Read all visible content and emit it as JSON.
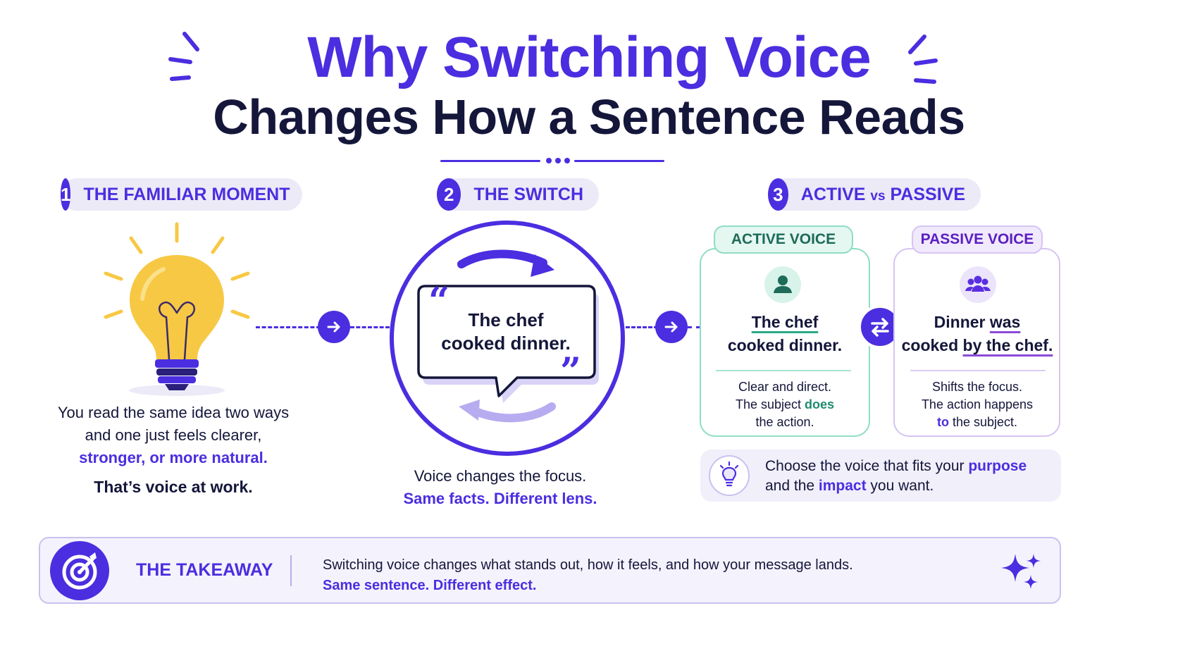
{
  "title": {
    "line1": "Why Switching Voice",
    "line2": "Changes How a Sentence Reads"
  },
  "steps": [
    {
      "number": "1",
      "label": "THE FAMILIAR MOMENT"
    },
    {
      "number": "2",
      "label": "THE SWITCH"
    },
    {
      "number": "3",
      "label_main": "ACTIVE ",
      "label_vs": "vs",
      "label_end": " PASSIVE"
    }
  ],
  "familiar": {
    "line1": "You read the same idea two ways",
    "line2": "and one just feels clearer,",
    "line3_accent": "stronger, or more natural.",
    "closing": "That’s voice at work."
  },
  "switch": {
    "bubble_line1": "The chef",
    "bubble_line2": "cooked dinner.",
    "caption": "Voice changes the focus.",
    "caption_accent": "Same facts. Different lens."
  },
  "active": {
    "label": "ACTIVE VOICE",
    "sentence_subject": "The chef",
    "sentence_rest": "cooked dinner.",
    "desc_line1": "Clear and direct.",
    "desc_pre": "The subject ",
    "desc_key": "does",
    "desc_line3": "the action."
  },
  "passive": {
    "label": "PASSIVE VOICE",
    "sentence_start": "Dinner ",
    "sentence_was": "was",
    "sentence_cooked": "cooked ",
    "sentence_agent": "by the chef.",
    "desc_line1": "Shifts the focus.",
    "desc_line2": "The action happens",
    "desc_key": "to",
    "desc_end": " the subject."
  },
  "tip": {
    "pre": "Choose the voice that fits your ",
    "word1": "purpose",
    "mid": "and the ",
    "word2": "impact",
    "end": " you want."
  },
  "takeaway": {
    "label": "THE TAKEAWAY",
    "line1": "Switching voice changes what stands out, how it feels, and how your message lands.",
    "line2": "Same sentence. Different effect."
  },
  "colors": {
    "brand": "#4a2ee0",
    "ink": "#14163a",
    "active_green": "#2aa889",
    "passive_purple": "#8c4ad8",
    "bulb_yellow": "#f7c843"
  },
  "icons": [
    "sparkle-icon",
    "lightbulb-icon",
    "arrow-right-icon",
    "quote-open-icon",
    "quote-close-icon",
    "cycle-arrows-icon",
    "person-icon",
    "group-icon",
    "swap-icon",
    "bulb-tip-icon",
    "target-icon",
    "stars-icon"
  ]
}
